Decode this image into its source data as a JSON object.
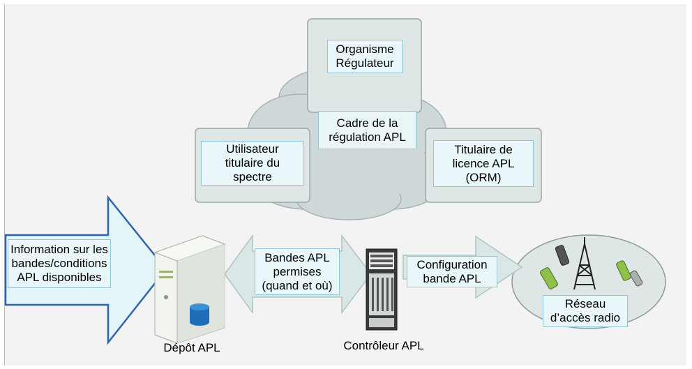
{
  "regulator": "Organisme\nRégulateur",
  "framework": "Cadre de la\nrégulation APL",
  "incumbent": "Utilisateur\ntitulaire du\nspectre",
  "licensee": "Titulaire de\nlicence APL\n(ORM)",
  "info": "Information sur les\nbandes/conditions\nAPL disponibles",
  "bands_permitted": "Bandes APL\npermises\n(quand et où)",
  "band_config": "Configuration\nbande APL",
  "ran": "Réseau\nd’accès radio",
  "repository": "Dépôt APL",
  "controller": "Contrôleur APL",
  "colors": {
    "box_fill": "#dfe6e6",
    "cloud_fill": "#cfd8d8",
    "arrow_fill": "#d9e7e7",
    "label_fill": "#eaf7fa",
    "label_border": "#8ec7d6",
    "big_arrow_fill": "#e4f5f9",
    "big_arrow_stroke": "#2f65a8",
    "db_blue": "#1e6fb8"
  }
}
